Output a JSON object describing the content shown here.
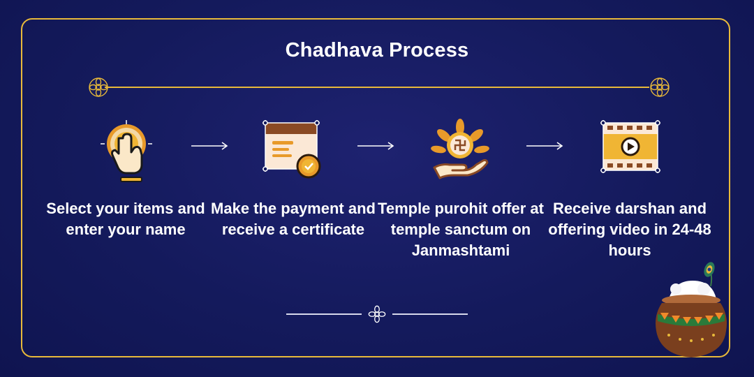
{
  "title": "Chadhava Process",
  "steps": [
    {
      "icon": "tap-hand-icon",
      "text": "Select your items and enter your name"
    },
    {
      "icon": "certificate-icon",
      "text": "Make the payment and receive a certificate"
    },
    {
      "icon": "offering-hand-icon",
      "text": "Temple purohit offer at temple sanctum on Janmashtami"
    },
    {
      "icon": "video-play-icon",
      "text": "Receive darshan and offering video in 24-48 hours"
    }
  ],
  "colors": {
    "background": "#141a5c",
    "gold": "#e8b93a",
    "orange": "#e89a2a",
    "brown": "#8a4a24",
    "text": "#ffffff"
  }
}
